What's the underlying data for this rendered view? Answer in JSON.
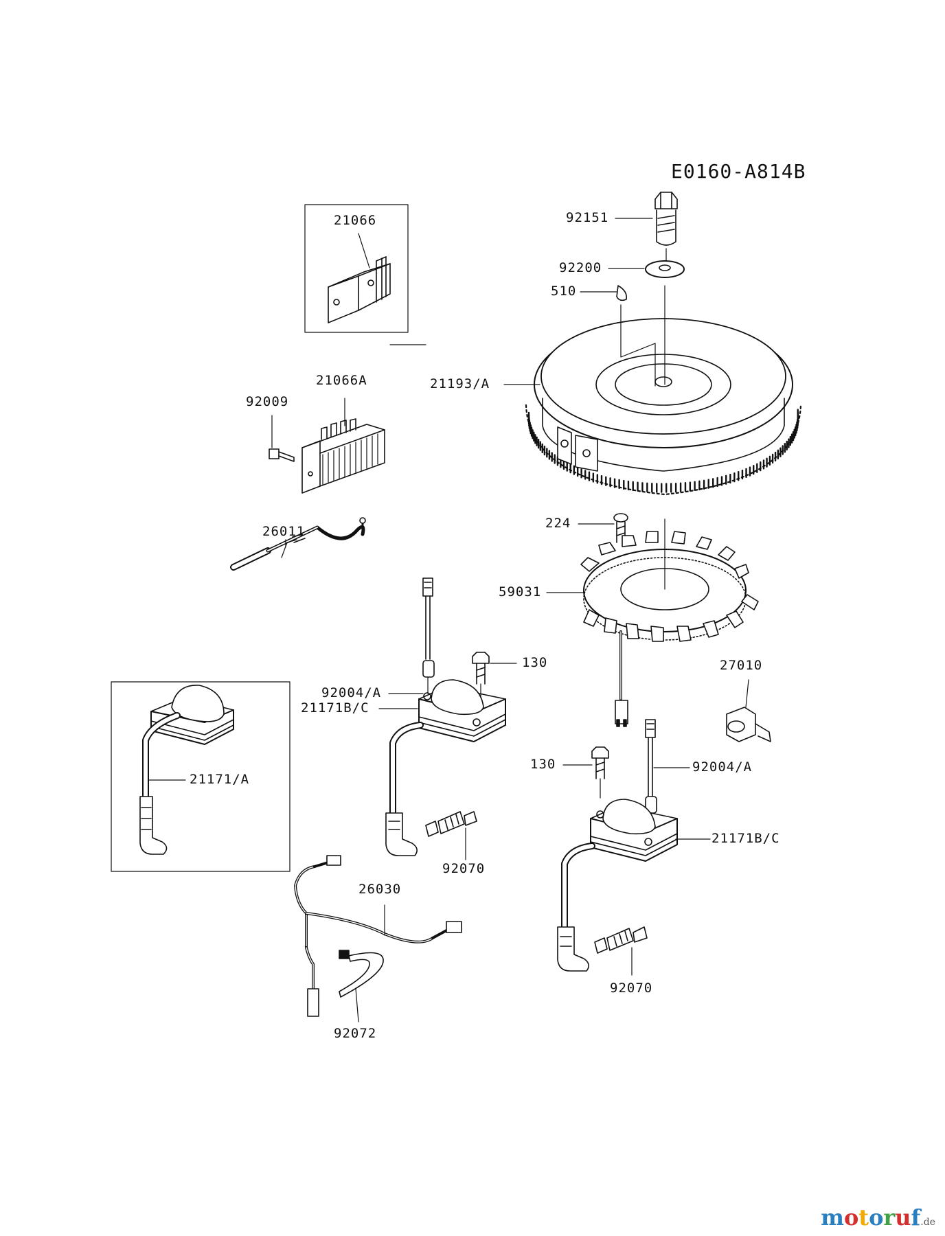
{
  "diagram_code": "E0160-A814B",
  "parts": [
    {
      "id": "p92151",
      "label": "92151"
    },
    {
      "id": "p92200",
      "label": "92200"
    },
    {
      "id": "p510",
      "label": "510"
    },
    {
      "id": "p21066",
      "label": "21066"
    },
    {
      "id": "p21066A",
      "label": "21066A"
    },
    {
      "id": "p92009",
      "label": "92009"
    },
    {
      "id": "p21193A",
      "label": "21193/A"
    },
    {
      "id": "p26011",
      "label": "26011"
    },
    {
      "id": "p224",
      "label": "224"
    },
    {
      "id": "p59031",
      "label": "59031"
    },
    {
      "id": "p92004A_left",
      "label": "92004/A"
    },
    {
      "id": "p130_left",
      "label": "130"
    },
    {
      "id": "p27010",
      "label": "27010"
    },
    {
      "id": "p21171BC_left",
      "label": "21171B/C"
    },
    {
      "id": "p21171A",
      "label": "21171/A"
    },
    {
      "id": "p130_right",
      "label": "130"
    },
    {
      "id": "p92004A_right",
      "label": "92004/A"
    },
    {
      "id": "p92070_left",
      "label": "92070"
    },
    {
      "id": "p21171BC_right",
      "label": "21171B/C"
    },
    {
      "id": "p26030",
      "label": "26030"
    },
    {
      "id": "p92070_right",
      "label": "92070"
    },
    {
      "id": "p92072",
      "label": "92072"
    }
  ],
  "watermark": {
    "m": "m",
    "o1": "o",
    "t": "t",
    "o2": "o",
    "r": "r",
    "u": "u",
    "f": "f",
    "de": ".de"
  }
}
